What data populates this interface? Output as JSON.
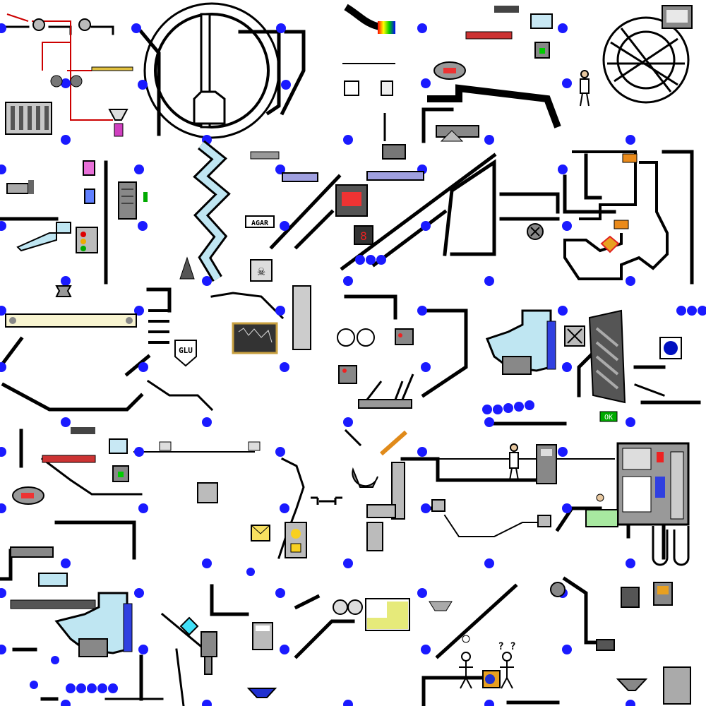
{
  "labels": {
    "glu_sign": "GLU",
    "agar_sign": "AGAR",
    "digit_display": "8",
    "ok_indicator": "OK",
    "question_marks": "? ?"
  },
  "icons": [
    "screw-gear-icon",
    "test-tube-icon",
    "person-icon",
    "terminal-icon",
    "skull-icon",
    "fan-icon",
    "magnet-icon",
    "envelope-icon",
    "calculator-icon",
    "gauge-icon",
    "light-bulb-icon",
    "crystal-icon",
    "wrench-icon",
    "computer-icon",
    "barrel-icon",
    "funnel-icon"
  ],
  "colors": {
    "line": "#000000",
    "node": "#1a1aff",
    "pipe": "#bfe6f2",
    "metal": "#9a9a9a",
    "dark_metal": "#505050",
    "red_wire": "#cc0000",
    "screen_green": "#1aa81a",
    "yellow_tank": "#e6ea7a",
    "orange": "#e08a1a"
  }
}
